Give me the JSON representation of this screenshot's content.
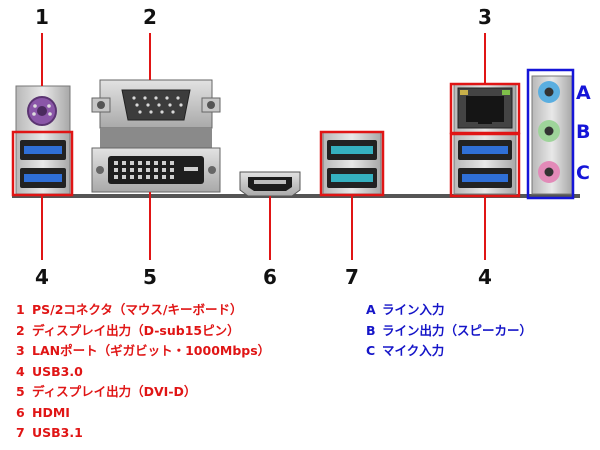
{
  "callouts": {
    "n1": "1",
    "n2": "2",
    "n3": "3",
    "n4a": "4",
    "n4b": "4",
    "n5": "5",
    "n6": "6",
    "n7": "7",
    "la": "A",
    "lb": "B",
    "lc": "C"
  },
  "colors": {
    "red": "#e01515",
    "blue": "#1515d8",
    "usb3": "#2f6fd6",
    "usb31": "#35b0bf",
    "audio_a": "#5aaee0",
    "audio_b": "#9ed49a",
    "audio_c": "#e28ab8",
    "ps2": "#8a56a8"
  },
  "legend_left": [
    {
      "key": "1",
      "text": "PS/2コネクタ（マウス/キーボード）"
    },
    {
      "key": "2",
      "text": "ディスプレイ出力（D-sub15ピン）"
    },
    {
      "key": "3",
      "text": "LANポート（ギガビット・1000Mbps）"
    },
    {
      "key": "4",
      "text": "USB3.0"
    },
    {
      "key": "5",
      "text": "ディスプレイ出力（DVI-D）"
    },
    {
      "key": "6",
      "text": "HDMI"
    },
    {
      "key": "7",
      "text": "USB3.1"
    }
  ],
  "legend_right": [
    {
      "key": "A",
      "text": "ライン入力"
    },
    {
      "key": "B",
      "text": "ライン出力（スピーカー）"
    },
    {
      "key": "C",
      "text": "マイク入力"
    }
  ]
}
